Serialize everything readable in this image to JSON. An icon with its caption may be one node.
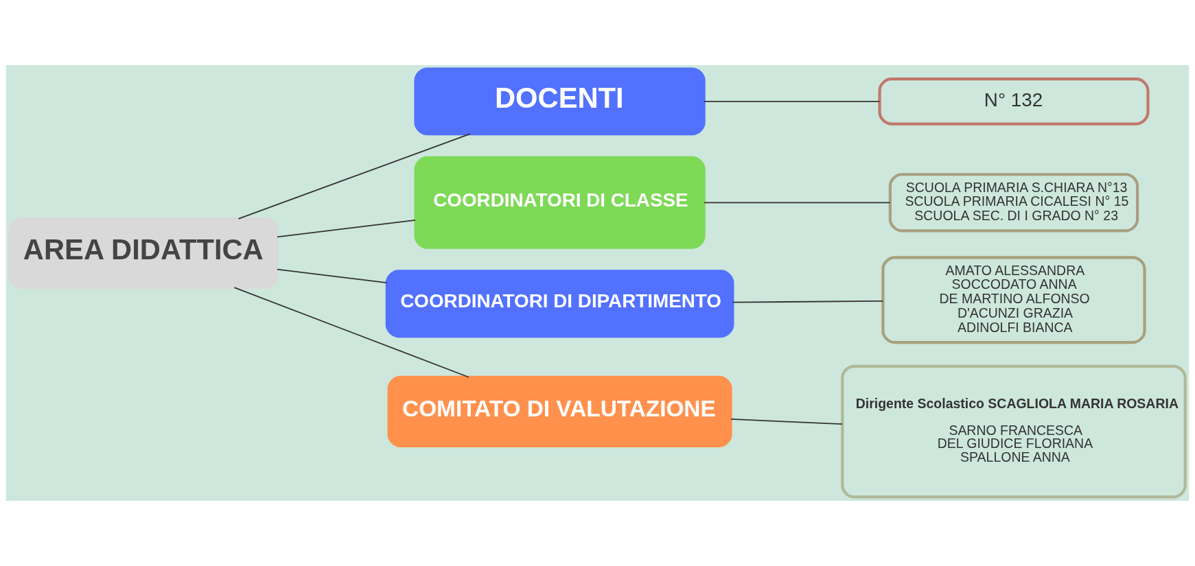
{
  "diagram": {
    "nodes": [
      {
        "text": [
          "AREA DIDATTICA"
        ]
      },
      {
        "text": [
          "DOCENTI"
        ]
      },
      {
        "text": [
          "COORDINATORI DI CLASSE"
        ]
      },
      {
        "text": [
          "COORDINATORI DI DIPARTIMENTO"
        ]
      },
      {
        "text": [
          "COMITATO DI VALUTAZIONE"
        ]
      },
      {
        "text": [
          "N° 132"
        ]
      },
      {
        "text": [
          "SCUOLA PRIMARIA S.CHIARA N°13",
          "SCUOLA PRIMARIA CICALESI N° 15",
          "SCUOLA SEC. DI I GRADO N° 23"
        ]
      },
      {
        "text": [
          "AMATO ALESSANDRA",
          "SOCCODATO ANNA",
          "DE MARTINO ALFONSO",
          "D'ACUNZI GRAZIA",
          "ADINOLFI BIANCA"
        ]
      },
      {
        "text": [
          "Dirigente Scolastico SCAGLIOLA MARIA ROSARIA",
          "SARNO FRANCESCA",
          "DEL GIUDICE FLORIANA",
          "SPALLONE ANNA"
        ]
      }
    ],
    "edges": [
      {
        "from": 0,
        "to": 1,
        "arrow": "none"
      },
      {
        "from": 0,
        "to": 2,
        "arrow": "none"
      },
      {
        "from": 0,
        "to": 3,
        "arrow": "none"
      },
      {
        "from": 0,
        "to": 4,
        "arrow": "none"
      },
      {
        "from": 1,
        "to": 5,
        "arrow": "none"
      },
      {
        "from": 2,
        "to": 6,
        "arrow": "none"
      },
      {
        "from": 3,
        "to": 7,
        "arrow": "none"
      },
      {
        "from": 4,
        "to": 8,
        "arrow": "none"
      }
    ]
  }
}
